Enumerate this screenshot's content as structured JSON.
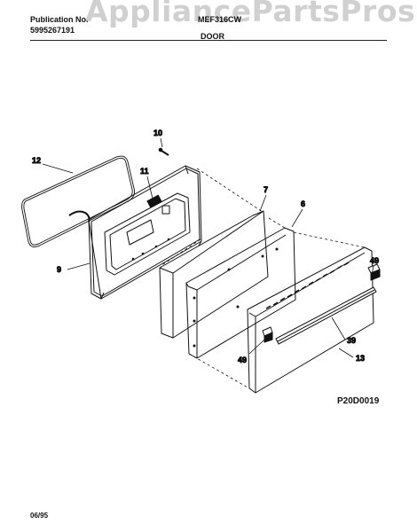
{
  "header": {
    "publication_label": "Publication No.",
    "publication_number": "5995267191",
    "model_number": "MEF316CW",
    "section_title": "DOOR"
  },
  "watermark": "AppliancePartsPros.com",
  "callouts": [
    {
      "id": "10",
      "part": "screw"
    },
    {
      "id": "12",
      "part": "door gasket"
    },
    {
      "id": "11",
      "part": "window bracket"
    },
    {
      "id": "7",
      "part": "insulation"
    },
    {
      "id": "6",
      "part": "inner door panel"
    },
    {
      "id": "9",
      "part": "door liner"
    },
    {
      "id": "49",
      "part": "handle end cap"
    },
    {
      "id": "49",
      "part": "handle end cap"
    },
    {
      "id": "39",
      "part": "door handle"
    },
    {
      "id": "13",
      "part": "outer door panel"
    }
  ],
  "reference_code": "P20D0019",
  "footer_date": "06/95",
  "colors": {
    "line": "#111111",
    "watermark": "#969696"
  }
}
